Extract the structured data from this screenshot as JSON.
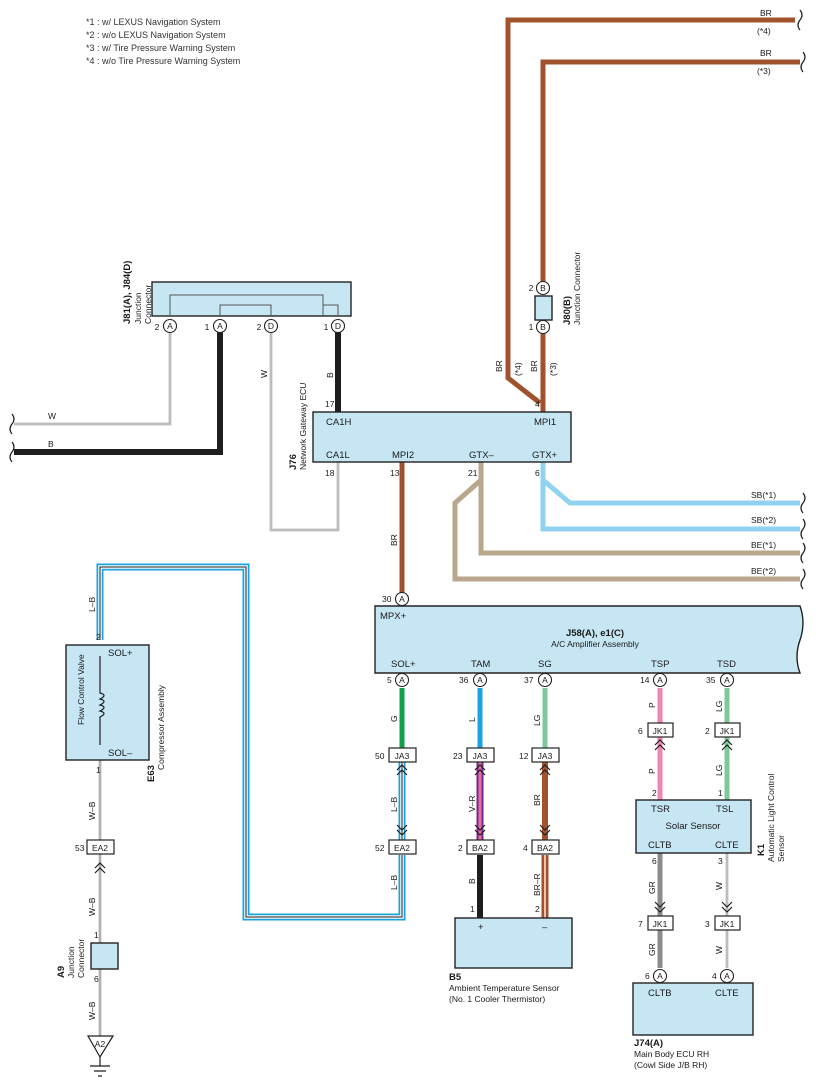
{
  "notes": [
    "*1 : w/ LEXUS Navigation System",
    "*2 : w/o LEXUS Navigation System",
    "*3 : w/ Tire Pressure Warning System",
    "*4 : w/o Tire Pressure Warning System"
  ],
  "colors": {
    "BR": "#a0522d",
    "B": "#1e1e1e",
    "W": "#c8c8c8",
    "SB": "#8fd3f0",
    "BE": "#b9a68c",
    "G": "#12a04a",
    "L": "#1aa3e0",
    "LG": "#7fc89a",
    "P": "#ef85b6",
    "GR": "#8c8c8c",
    "component_fill": "#c7e6f3"
  },
  "components": {
    "junction_j81": {
      "code": "J81(A), J84(D)",
      "name": "Junction Connector"
    },
    "j80": {
      "code": "J80(B)",
      "name": "Junction Connector"
    },
    "j76": {
      "code": "J76",
      "name": "Network Gateway ECU",
      "pins": {
        "ca1h": "CA1H",
        "ca1l": "CA1L",
        "mpi2": "MPI2",
        "gtxm": "GTX–",
        "gtxp": "GTX+",
        "mpi1": "MPI1"
      }
    },
    "j58": {
      "code": "J58(A), e1(C)",
      "name": "A/C Amplifier Assembly",
      "pins": {
        "mpx": "MPX+",
        "sol": "SOL+",
        "tam": "TAM",
        "sg": "SG",
        "tsp": "TSP",
        "tsd": "TSD"
      }
    },
    "e63": {
      "code": "E63",
      "name": "Compressor Assembly",
      "valve": "Flow Control Valve",
      "pins": {
        "solp": "SOL+",
        "solm": "SOL–"
      }
    },
    "k1": {
      "code": "K1",
      "name": "Automatic Light Control Sensor",
      "inner": "Solar Sensor",
      "pins": {
        "tsr": "TSR",
        "tsl": "TSL",
        "cltb": "CLTB",
        "clte": "CLTE"
      }
    },
    "b5": {
      "code": "B5",
      "name": "Ambient Temperature Sensor",
      "name2": "(No. 1 Cooler Thermistor)",
      "pins": {
        "plus": "+",
        "minus": "–"
      }
    },
    "j74": {
      "code": "J74(A)",
      "name": "Main Body ECU RH",
      "name2": "(Cowl Side J/B RH)",
      "pins": {
        "cltb": "CLTB",
        "clte": "CLTE"
      }
    },
    "a9": {
      "code": "A9",
      "name": "Junction Connector"
    },
    "ground": {
      "label": "A2"
    }
  },
  "connectors": {
    "ja3": "JA3",
    "ba2": "BA2",
    "ea2": "EA2",
    "jk1": "JK1"
  },
  "wire_labels": {
    "br": "BR",
    "b": "B",
    "w": "W",
    "lb": "L–B",
    "wb": "W–B",
    "g": "G",
    "l": "L",
    "lg": "LG",
    "p": "P",
    "gr": "GR",
    "vr": "V–R",
    "brr": "BR–R",
    "sb1": "SB(*1)",
    "sb2": "SB(*2)",
    "be1": "BE(*1)",
    "be2": "BE(*2)",
    "star4": "(*4)",
    "star3": "(*3)",
    "star4b": "(*4)",
    "star3b": "(*3)"
  },
  "pins": {
    "p2": "2",
    "p1": "1",
    "p17": "17",
    "p18": "18",
    "p13": "13",
    "p21": "21",
    "p6": "6",
    "p4": "4",
    "p30": "30",
    "p5": "5",
    "p36": "36",
    "p37": "37",
    "p14": "14",
    "p35": "35",
    "p50": "50",
    "p23": "23",
    "p12": "12",
    "p52": "52",
    "p53": "53",
    "p3": "3",
    "p7": "7"
  },
  "pin_letters": {
    "a": "A",
    "b": "B",
    "d": "D"
  }
}
